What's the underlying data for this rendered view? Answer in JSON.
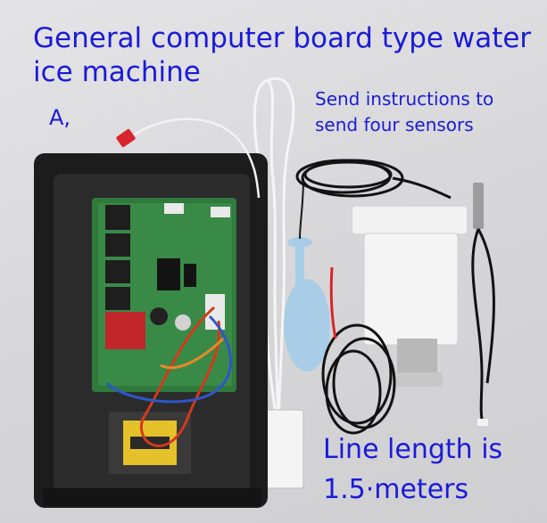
{
  "photo": {
    "alt": "General computer board type water ice machine"
  },
  "captions": {
    "title_line1": "General computer board type water",
    "title_line2": "ice machine",
    "label_a": "A,",
    "sensors_line1": "Send instructions to",
    "sensors_line2": "send four sensors",
    "length_line1": "Line length is",
    "length_line2": "1.5·meters"
  },
  "colors": {
    "caption_text": "#1a1ad9",
    "background": "#d9d9db",
    "enclosure": "#1c1c1c",
    "circuit_board": "#2f7a3c",
    "relay": "#c1262b",
    "float_switch": "#a9cde6",
    "ice_bracket": "#f2f2f2",
    "transformer": "#e5c22a"
  }
}
